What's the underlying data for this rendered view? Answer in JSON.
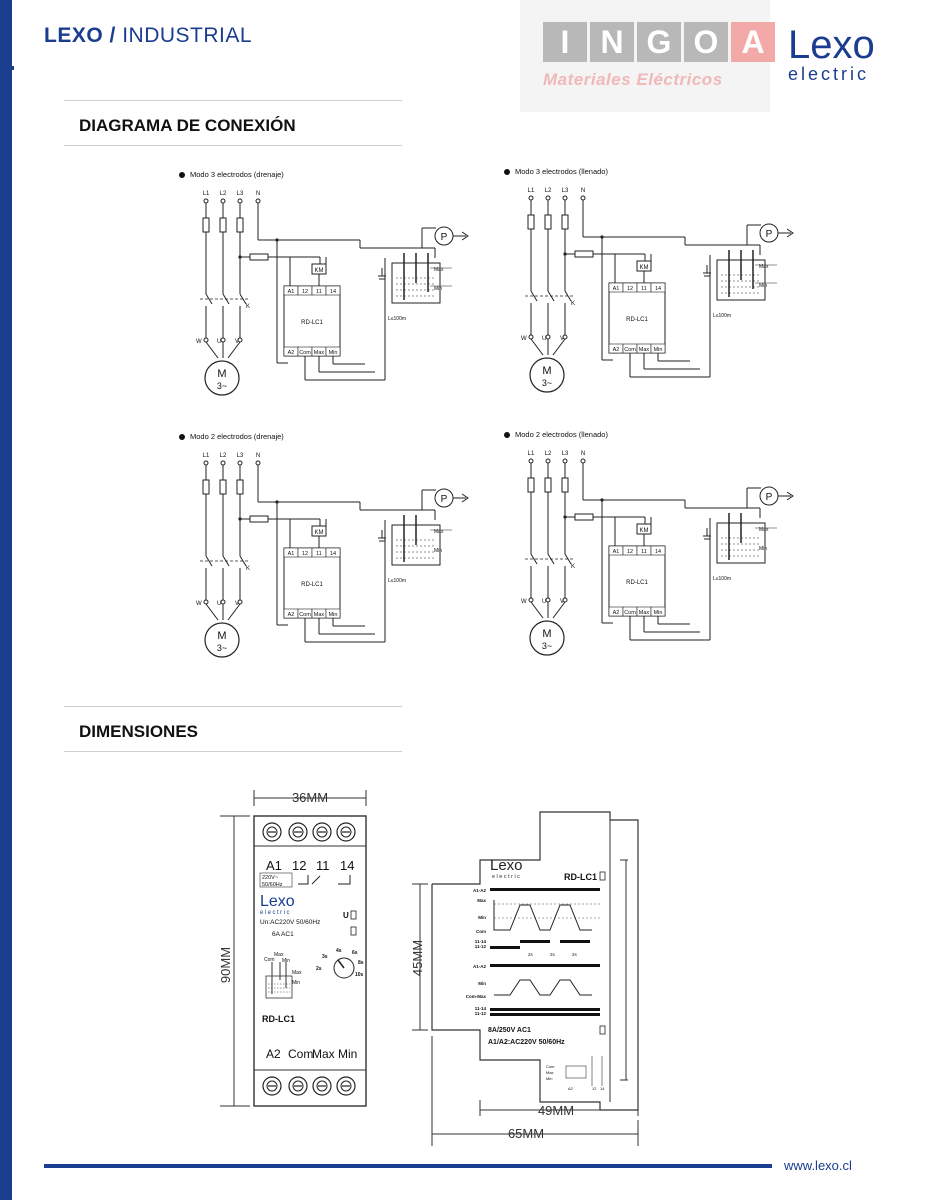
{
  "header": {
    "brand_bold": "LEXO",
    "brand_sep": "/",
    "brand_rest": "INDUSTRIAL",
    "ingo_letters": [
      "I",
      "N",
      "G",
      "O",
      "A"
    ],
    "ingo_subtitle": "Materiales Eléctricos",
    "lexo_logo_big": "Lexo",
    "lexo_logo_small": "electric"
  },
  "sections": {
    "connection_title": "DIAGRAMA DE CONEXIÓN",
    "dimensions_title": "DIMENSIONES"
  },
  "diagrams": [
    {
      "title": "Modo 3 electrodos (drenaje)"
    },
    {
      "title": "Modo 3 electrodos (llenado)"
    },
    {
      "title": "Modo 2 electrodos (drenaje)"
    },
    {
      "title": "Modo 2 electrodos (llenado)"
    }
  ],
  "diagram_labels": {
    "lines": [
      "L1",
      "L2",
      "L3",
      "N"
    ],
    "k": "K",
    "motor_phases": [
      "W",
      "U",
      "V"
    ],
    "motor_m": "M",
    "motor_3": "3~",
    "km": "KM",
    "terminals_top": [
      "A1",
      "12",
      "11",
      "14"
    ],
    "model": "RD-LC1",
    "terminals_bottom_3": [
      "A2",
      "Com",
      "Max",
      "Min"
    ],
    "pump": "P",
    "max": "Max",
    "min": "Min",
    "length": "L≤100m"
  },
  "dimensions": {
    "width_front": "36MM",
    "height": "90MM",
    "height_side": "45MM",
    "depth1": "49MM",
    "depth2": "65MM",
    "front": {
      "top_terms": [
        "A1",
        "12",
        "11",
        "14"
      ],
      "volt": "220V~",
      "freq": "50/60Hz",
      "logo_big": "Lexo",
      "logo_small": "electric",
      "un": "Un:AC220V 50/60Hz",
      "contact": "6A AC1",
      "u_label": "U",
      "model": "RD-LC1",
      "bottom_terms": [
        "A2",
        "Com",
        "Max",
        "Min"
      ],
      "mini_labels": [
        "Max",
        "Com",
        "Min",
        "Max",
        "Min"
      ],
      "dial_labels": [
        "2s",
        "3s",
        "4s",
        "6s",
        "8s",
        "10s"
      ]
    },
    "side": {
      "logo_big": "Lexo",
      "logo_small": "electric",
      "model": "RD-LC1",
      "tl1": [
        "A1-A2",
        "Max",
        "Min",
        "Com",
        "11-14",
        "11-12"
      ],
      "tl2": [
        "A1-A2",
        "Min",
        "Com-Max",
        "11-14",
        "11-12"
      ],
      "spec1": "8A/250V AC1",
      "spec2": "A1/A2:AC220V 50/60Hz",
      "t_marks": [
        "2s",
        "2s",
        "2s"
      ],
      "mini": [
        "Com",
        "Max",
        "Min",
        "A2",
        "12",
        "14"
      ]
    }
  },
  "footer": {
    "url": "www.lexo.cl"
  }
}
